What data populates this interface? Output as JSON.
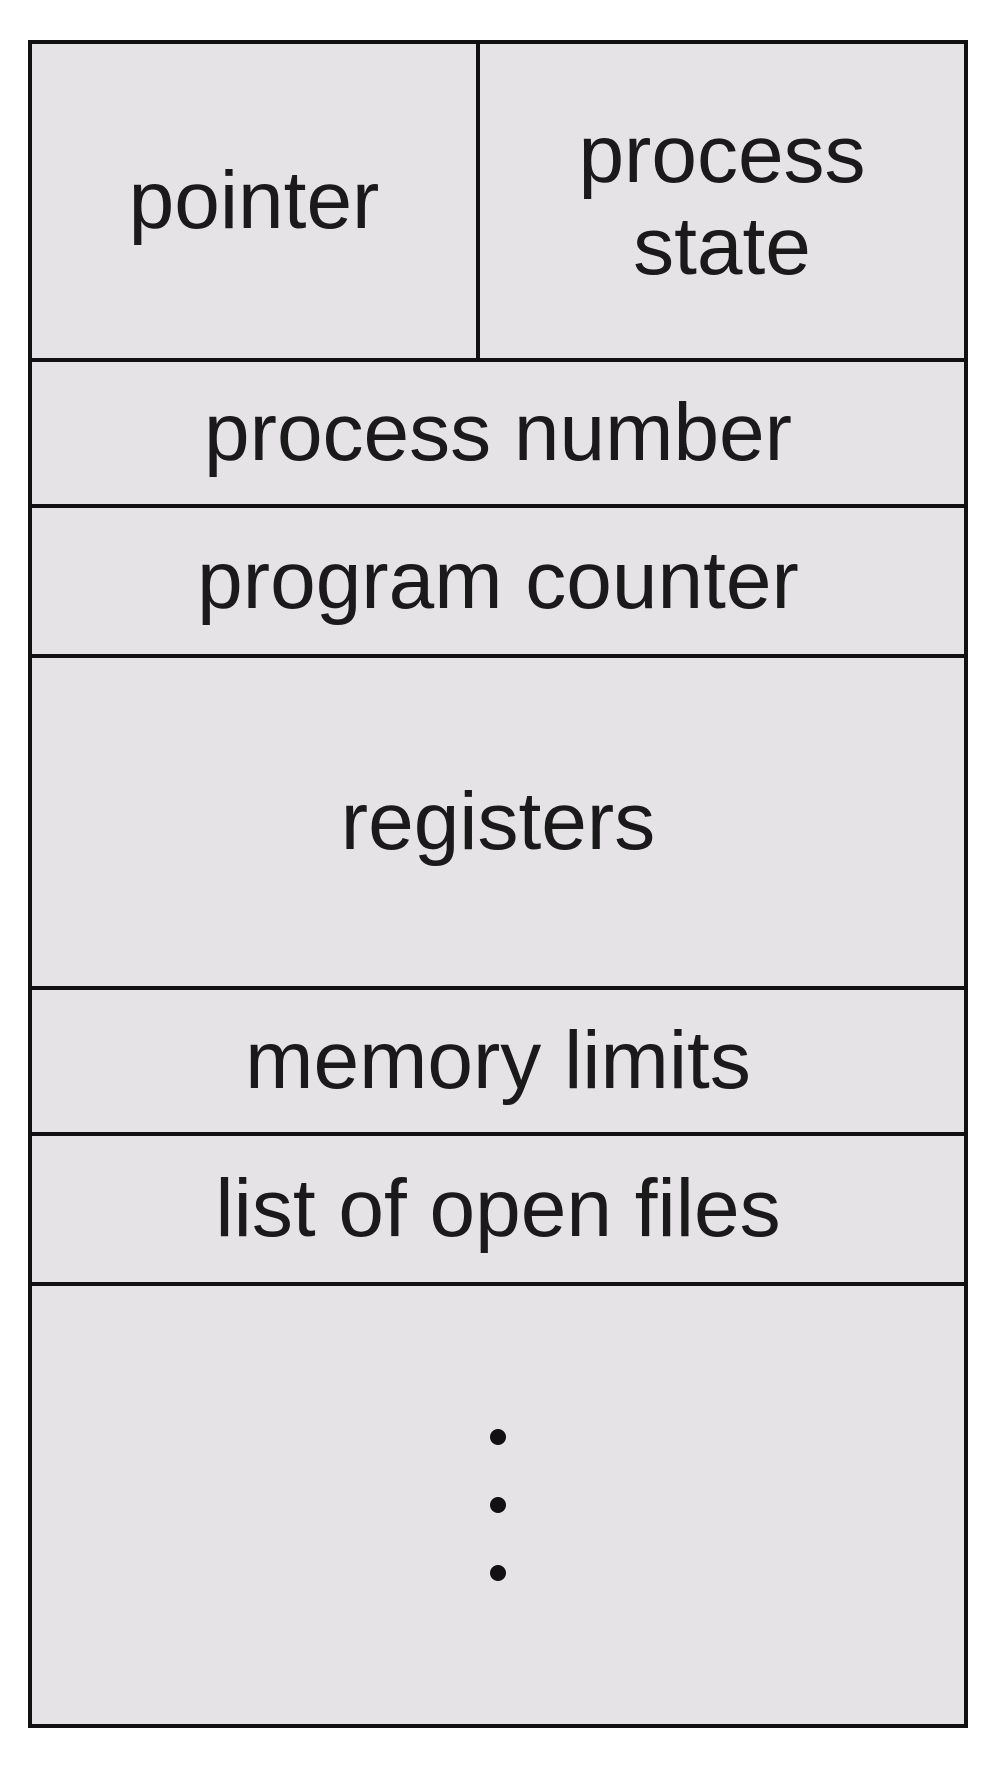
{
  "pcb": {
    "pointer": "pointer",
    "process_state_line1": "process",
    "process_state_line2": "state",
    "process_number": "process number",
    "program_counter": "program counter",
    "registers": "registers",
    "memory_limits": "memory limits",
    "list_of_open_files": "list of open files",
    "continuation": "ellipsis-dots"
  },
  "colors": {
    "box_fill": "#e6e3e6",
    "border": "#111111",
    "text": "#1a1a1a"
  }
}
